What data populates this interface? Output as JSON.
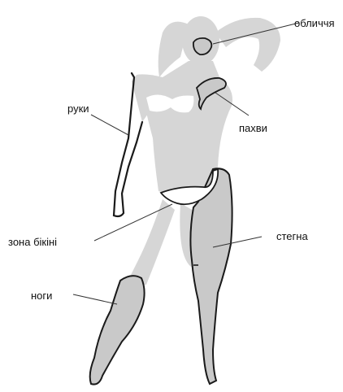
{
  "labels": {
    "face": "обличчя",
    "arms": "руки",
    "armpits": "пахви",
    "bikini": "зона бікіні",
    "thighs": "стегна",
    "legs": "ноги"
  },
  "colors": {
    "silhouette": "#d6d6d6",
    "zone_fill": "#c9c9c9",
    "outline": "#1a1a1a",
    "text": "#111111"
  }
}
